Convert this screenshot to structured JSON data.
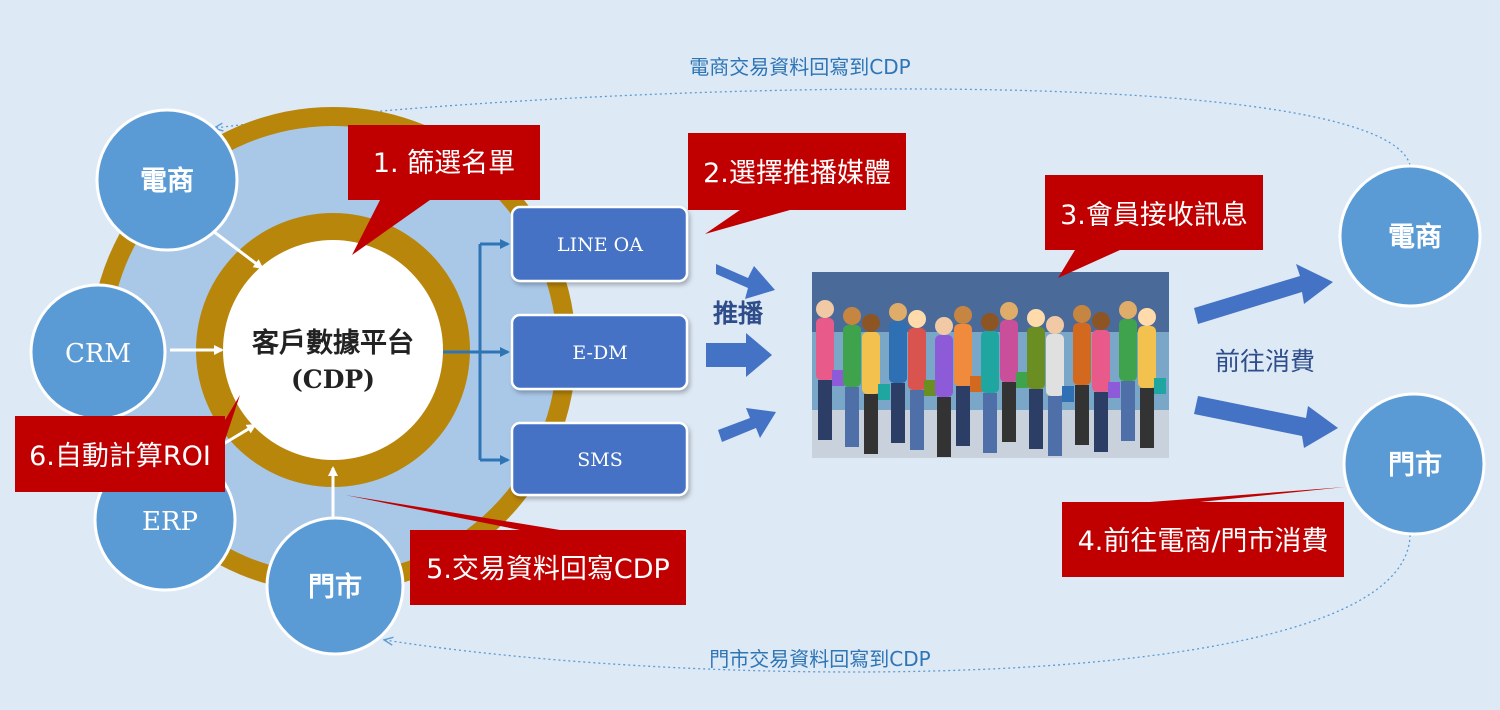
{
  "feedback_top": "電商交易資料回寫到CDP",
  "feedback_bottom": "門市交易資料回寫到CDP",
  "sources": {
    "ecommerce": "電商",
    "crm": "CRM",
    "erp": "ERP",
    "store": "門市"
  },
  "platform": {
    "name": "客戶數據平台",
    "abbr": "(CDP)"
  },
  "channels": {
    "line": "LINE OA",
    "edm": "E-DM",
    "sms": "SMS"
  },
  "push_label": "推播",
  "go_label": "前往消費",
  "destinations": {
    "ecommerce": "電商",
    "store": "門市"
  },
  "callouts": {
    "step1": "1.  篩選名單",
    "step2": "2.選擇推播媒體",
    "step3": "3.會員接收訊息",
    "step4": "4.前往電商/門市消費",
    "step5": "5.交易資料回寫CDP",
    "step6": "6.自動計算ROI"
  },
  "colors": {
    "background": "#dde9f5",
    "gold_ring": "#b8860b",
    "light_blue": "#a9c8e8",
    "node_blue": "#5b9bd5",
    "channel_blue": "#4472c4",
    "arrow_blue": "#4472c4",
    "callout_red": "#c00000"
  }
}
